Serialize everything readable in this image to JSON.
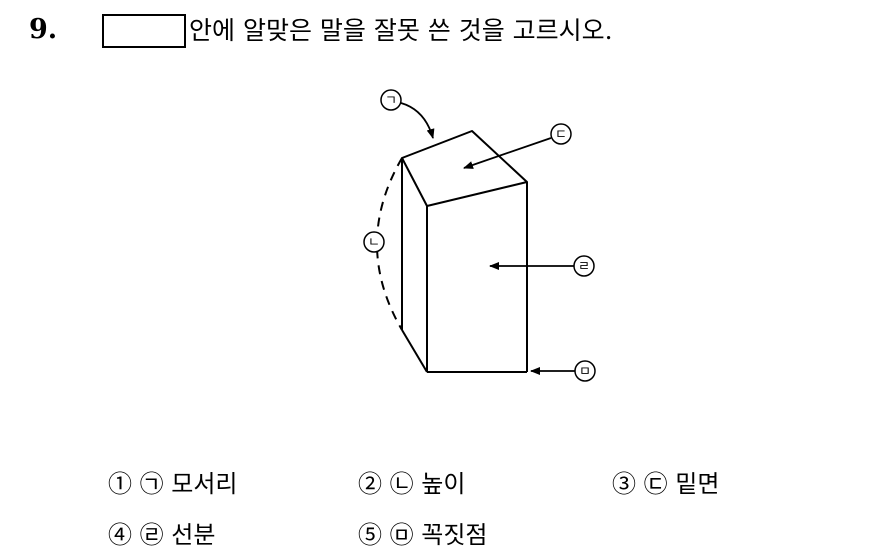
{
  "question": {
    "number": "9.",
    "text": "안에 알맞은 말을 잘못 쓴 것을 고르시오."
  },
  "figure": {
    "labels": {
      "a": "ㄱ",
      "b": "ㄴ",
      "c": "ㄷ",
      "d": "ㄹ",
      "e": "ㅁ"
    }
  },
  "choices": [
    {
      "text": "① ㉠ 모서리"
    },
    {
      "text": "② ㉡ 높이"
    },
    {
      "text": "③ ㉢ 밑면"
    },
    {
      "text": "④ ㉣ 선분"
    },
    {
      "text": "⑤ ㉤ 꼭짓점"
    }
  ]
}
